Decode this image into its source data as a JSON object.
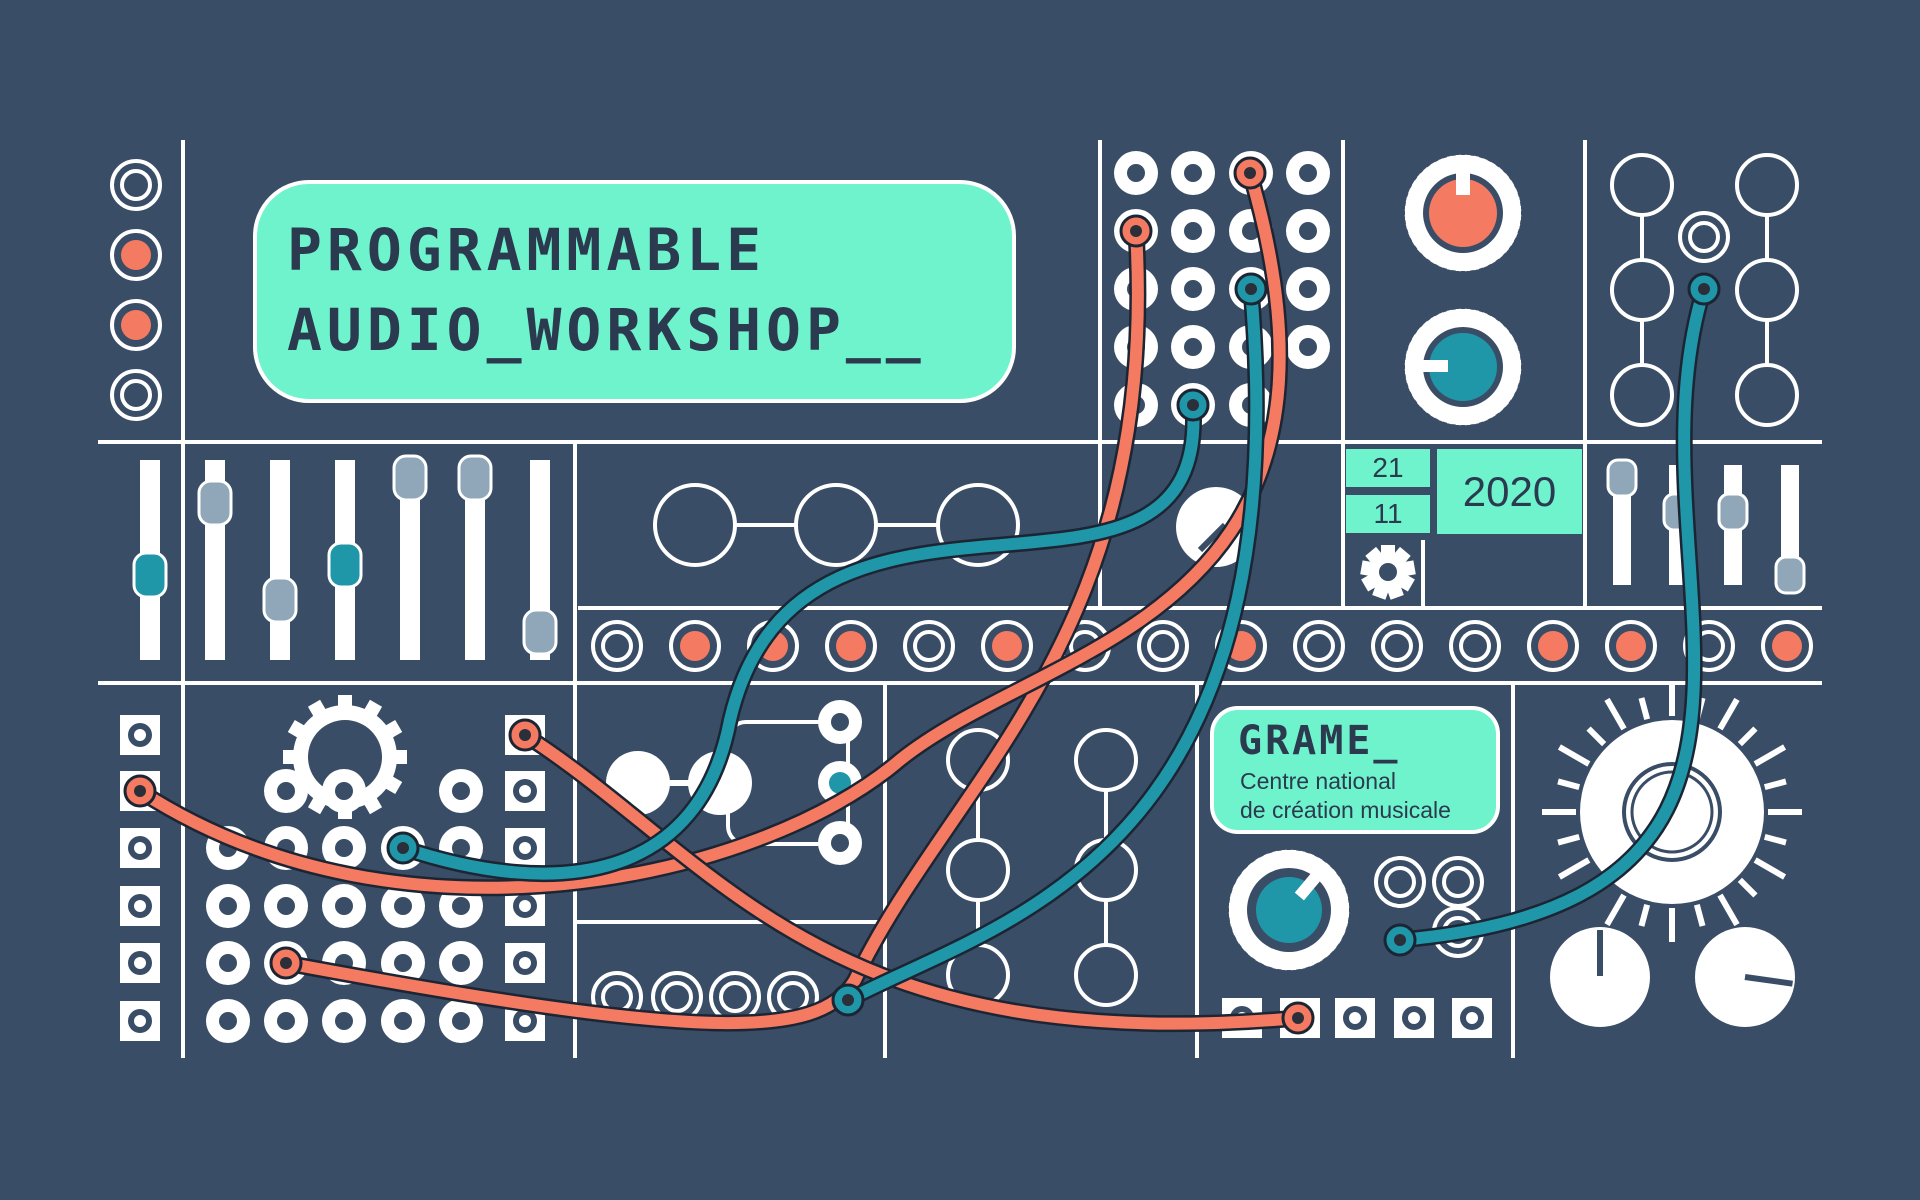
{
  "poster": {
    "title_line1": "PROGRAMMABLE",
    "title_line2": "AUDIO_WORKSHOP__",
    "date": {
      "day": "21",
      "month": "11",
      "year": "2020"
    },
    "organizer": {
      "logo": "GRAME_",
      "line1": "Centre national",
      "line2": "de création musicale"
    }
  },
  "palette": {
    "background": "#3a4d66",
    "line": "#ffffff",
    "mint": "#6ff3cc",
    "coral": "#f57a62",
    "teal": "#1f97a8",
    "slate_knob": "#8fa7b8",
    "dark_text": "#2b3a4f"
  },
  "icons": [
    "jack-socket-icon",
    "knob-icon",
    "gear-icon",
    "fader-icon",
    "patch-cable-icon",
    "dial-icon"
  ]
}
